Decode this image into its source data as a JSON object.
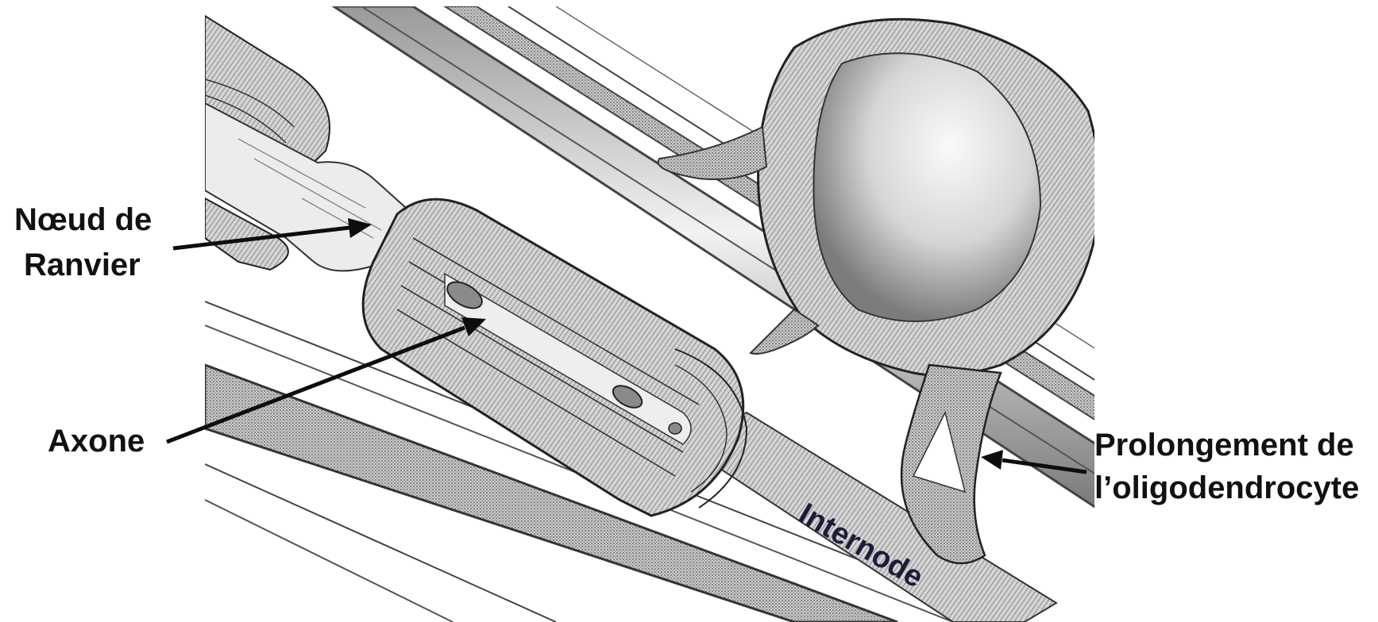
{
  "labels": {
    "node_line1": "Nœud de",
    "node_line2": "Ranvier",
    "axon": "Axone",
    "process_line1": "Prolongement de",
    "process_line2": "l’oligodendrocyte",
    "internode": "Internode"
  },
  "colors": {
    "background": "#ffffff",
    "ink": "#111111",
    "arrow": "#0d0d0d"
  }
}
